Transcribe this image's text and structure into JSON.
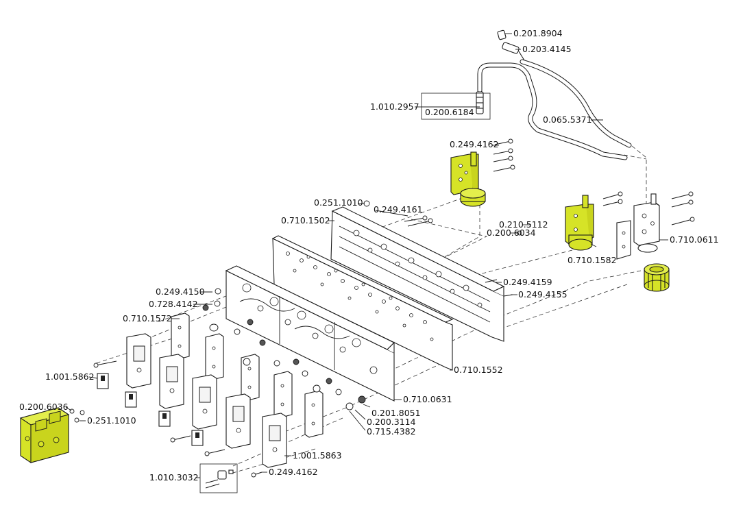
{
  "highlight_color": "#d6e327",
  "outline_color": "#1a1a1a",
  "labels": {
    "l_0_201_8904": "0.201.8904",
    "l_0_203_4145": "0.203.4145",
    "l_1_010_2957": "1.010.2957",
    "l_0_200_6184": "0.200.6184",
    "l_0_065_5371": "0.065.5371",
    "l_0_249_4162_top": "0.249.4162",
    "l_0_251_1010_top": "0.251.1010",
    "l_0_249_4161": "0.249.4161",
    "l_0_710_1502": "0.710.1502",
    "l_0_210_5112": "0.210.5112",
    "l_0_200_6034": "0.200.6034",
    "l_0_710_0611": "0.710.0611",
    "l_0_710_1582": "0.710.1582",
    "l_0_249_4159": "0.249.4159",
    "l_0_249_4155": "0.249.4155",
    "l_0_249_4150": "0.249.4150",
    "l_0_728_4142": "0.728.4142",
    "l_0_710_1572": "0.710.1572",
    "l_0_710_1552": "0.710.1552",
    "l_1_001_5862": "1.001.5862",
    "l_0_710_0631": "0.710.0631",
    "l_0_200_6036": "0.200.6036",
    "l_0_201_8051": "0.201.8051",
    "l_0_251_1010_bottom": "0.251.1010",
    "l_0_200_3114": "0.200.3114",
    "l_0_715_4382": "0.715.4382",
    "l_1_001_5863": "1.001.5863",
    "l_1_010_3032": "1.010.3032",
    "l_0_249_4162_bottom": "0.249.4162"
  }
}
